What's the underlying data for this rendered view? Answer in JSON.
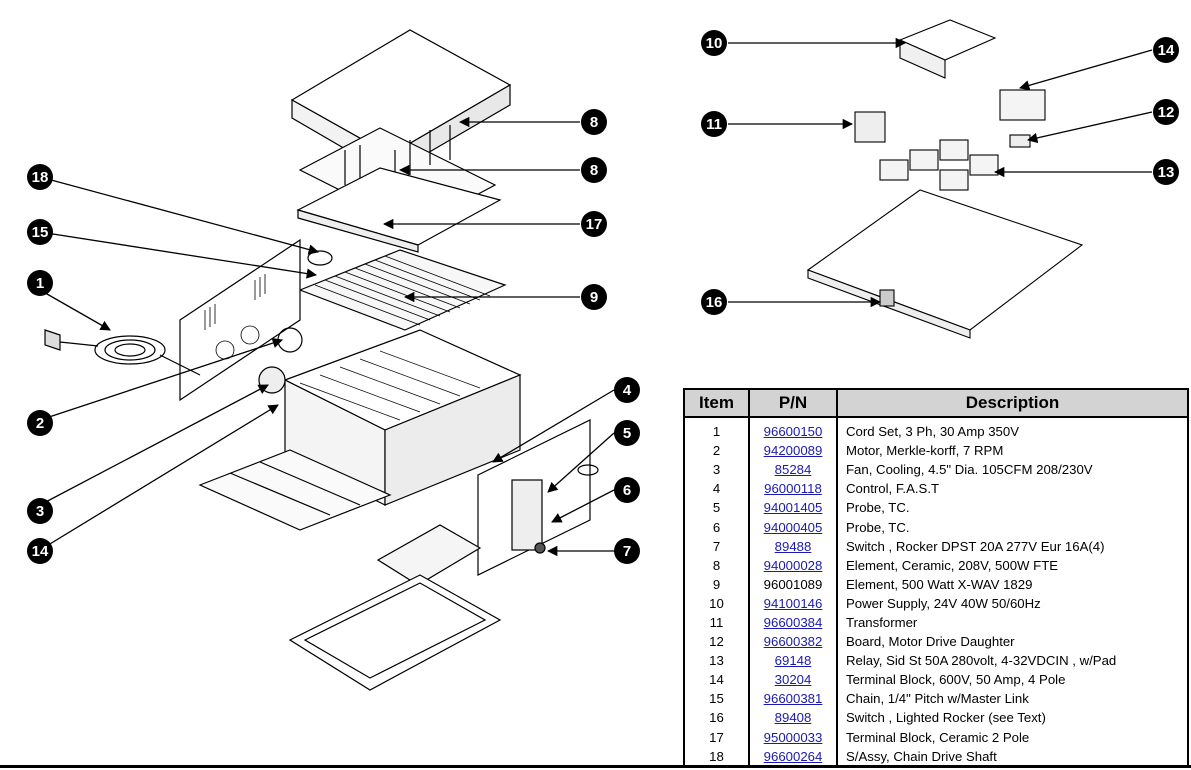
{
  "callouts": [
    "1",
    "2",
    "3",
    "4",
    "5",
    "6",
    "7",
    "8",
    "8",
    "9",
    "10",
    "11",
    "12",
    "13",
    "14",
    "14",
    "15",
    "16",
    "17",
    "18"
  ],
  "table": {
    "headers": {
      "item": "Item",
      "pn": "P/N",
      "description": "Description"
    },
    "rows": [
      {
        "item": "1",
        "pn": "96600150",
        "linked": true,
        "description": "Cord Set, 3 Ph, 30 Amp 350V"
      },
      {
        "item": "2",
        "pn": "94200089",
        "linked": true,
        "description": "Motor, Merkle-korff, 7 RPM"
      },
      {
        "item": "3",
        "pn": "85284",
        "linked": true,
        "description": "Fan, Cooling, 4.5\" Dia. 105CFM 208/230V"
      },
      {
        "item": "4",
        "pn": "96000118",
        "linked": true,
        "description": "Control, F.A.S.T"
      },
      {
        "item": "5",
        "pn": "94001405",
        "linked": true,
        "description": "Probe, TC."
      },
      {
        "item": "6",
        "pn": "94000405",
        "linked": true,
        "description": "Probe, TC."
      },
      {
        "item": "7",
        "pn": "89488",
        "linked": true,
        "description": "Switch , Rocker DPST 20A 277V Eur 16A(4)"
      },
      {
        "item": "8",
        "pn": "94000028",
        "linked": true,
        "description": "Element, Ceramic, 208V, 500W FTE"
      },
      {
        "item": "9",
        "pn": "96001089",
        "linked": false,
        "description": "Element, 500 Watt X-WAV 1829"
      },
      {
        "item": "10",
        "pn": "94100146",
        "linked": true,
        "description": "Power Supply, 24V 40W 50/60Hz"
      },
      {
        "item": "11",
        "pn": "96600384",
        "linked": true,
        "description": "Transformer"
      },
      {
        "item": "12",
        "pn": "96600382",
        "linked": true,
        "description": "Board, Motor Drive Daughter"
      },
      {
        "item": "13",
        "pn": "69148",
        "linked": true,
        "description": "Relay, Sid St 50A 280volt, 4-32VDCIN , w/Pad"
      },
      {
        "item": "14",
        "pn": "30204",
        "linked": true,
        "description": "Terminal Block, 600V, 50 Amp, 4 Pole"
      },
      {
        "item": "15",
        "pn": "96600381",
        "linked": true,
        "description": "Chain, 1/4\" Pitch w/Master Link"
      },
      {
        "item": "16",
        "pn": "89408",
        "linked": true,
        "description": "Switch , Lighted Rocker (see Text)"
      },
      {
        "item": "17",
        "pn": "95000033",
        "linked": true,
        "description": "Terminal Block, Ceramic 2 Pole"
      },
      {
        "item": "18",
        "pn": "96600264",
        "linked": true,
        "description": "S/Assy, Chain Drive Shaft"
      }
    ]
  },
  "colors": {
    "link": "#1a1ab3",
    "header_bg": "#d3d3d3",
    "line": "#000000"
  }
}
